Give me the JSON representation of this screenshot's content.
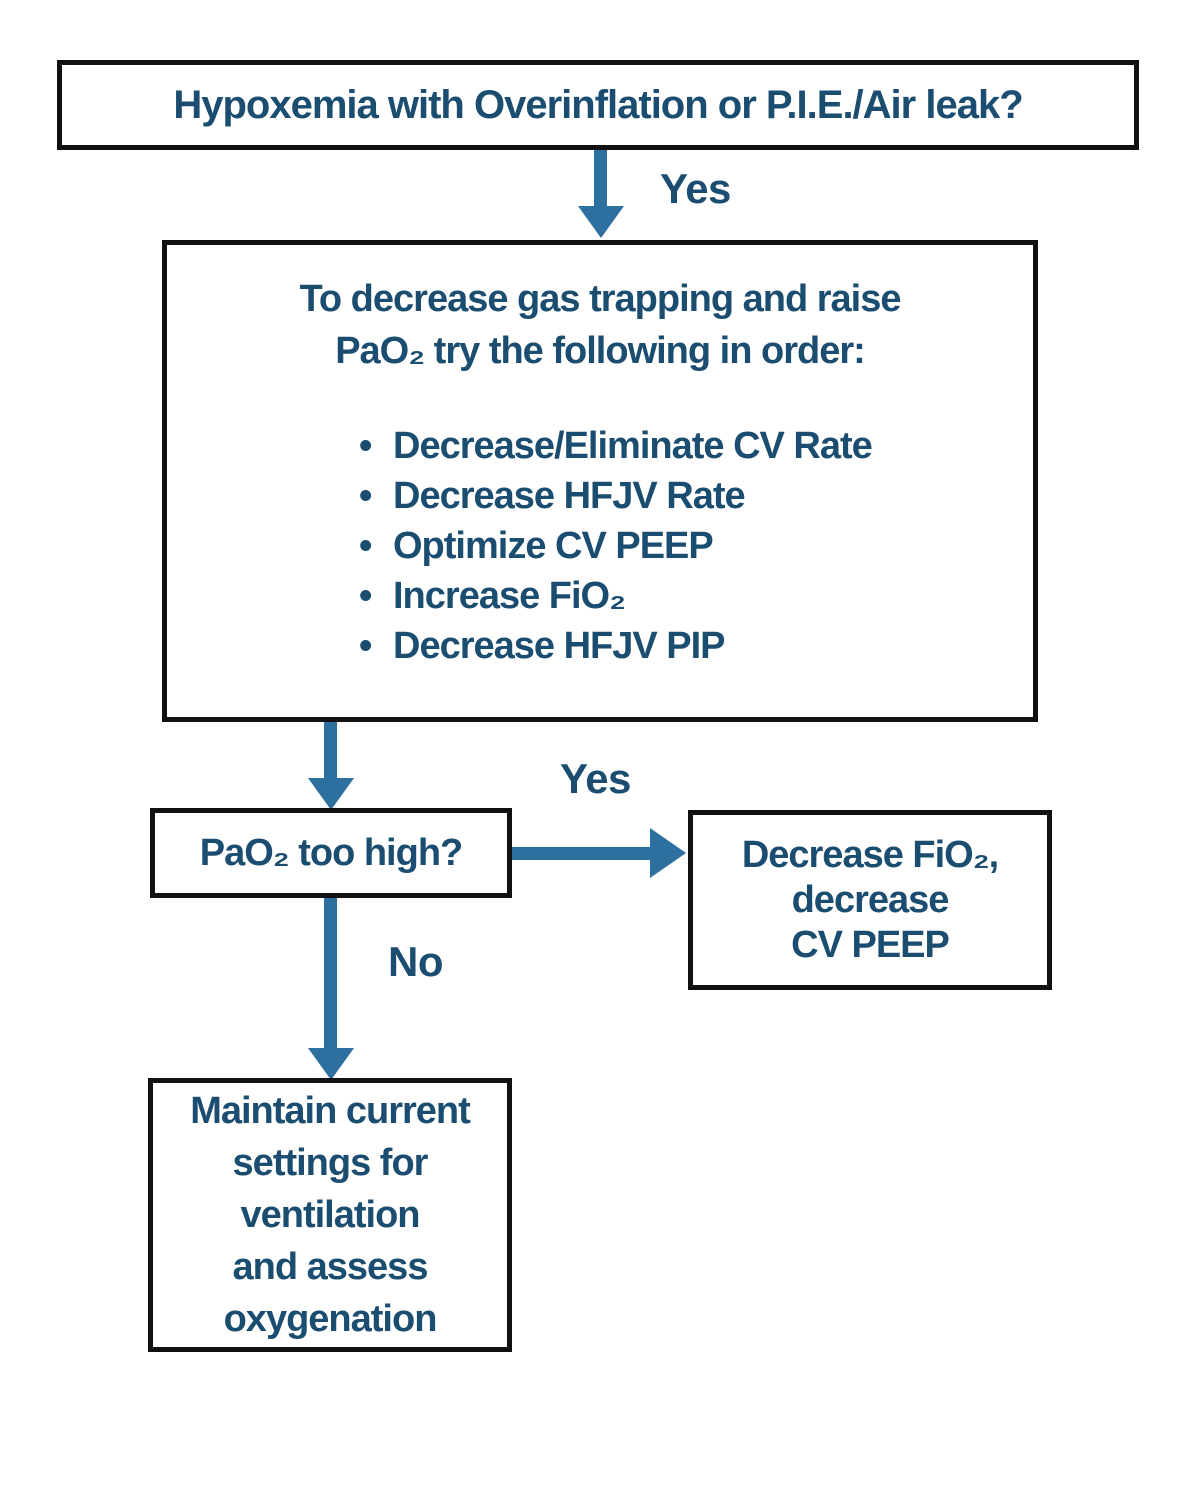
{
  "colors": {
    "text": "#1b4d70",
    "arrow": "#2d6f9e",
    "border": "#111111",
    "box_bg": "#ffffff",
    "page_bg": "#ffffff"
  },
  "flow": {
    "start_box": {
      "text": "Hypoxemia with Overinflation or P.I.E./Air leak?"
    },
    "edge_start_to_treatment": {
      "label": "Yes"
    },
    "treatment_box": {
      "heading_lines": [
        "To decrease gas trapping and raise",
        "PaO₂ try the following in order:"
      ],
      "bullets": [
        "Decrease/Eliminate CV Rate",
        "Decrease HFJV Rate",
        "Optimize CV PEEP",
        "Increase FiO₂",
        "Decrease HFJV PIP"
      ]
    },
    "decision_box": {
      "text": "PaO₂ too high?"
    },
    "edge_decision_yes": {
      "label": "Yes"
    },
    "yes_outcome_box": {
      "lines": [
        "Decrease FiO₂,",
        "decrease",
        "CV PEEP"
      ]
    },
    "edge_decision_no": {
      "label": "No"
    },
    "no_outcome_box": {
      "lines": [
        "Maintain current",
        "settings for",
        "ventilation",
        "and assess",
        "oxygenation"
      ]
    }
  }
}
